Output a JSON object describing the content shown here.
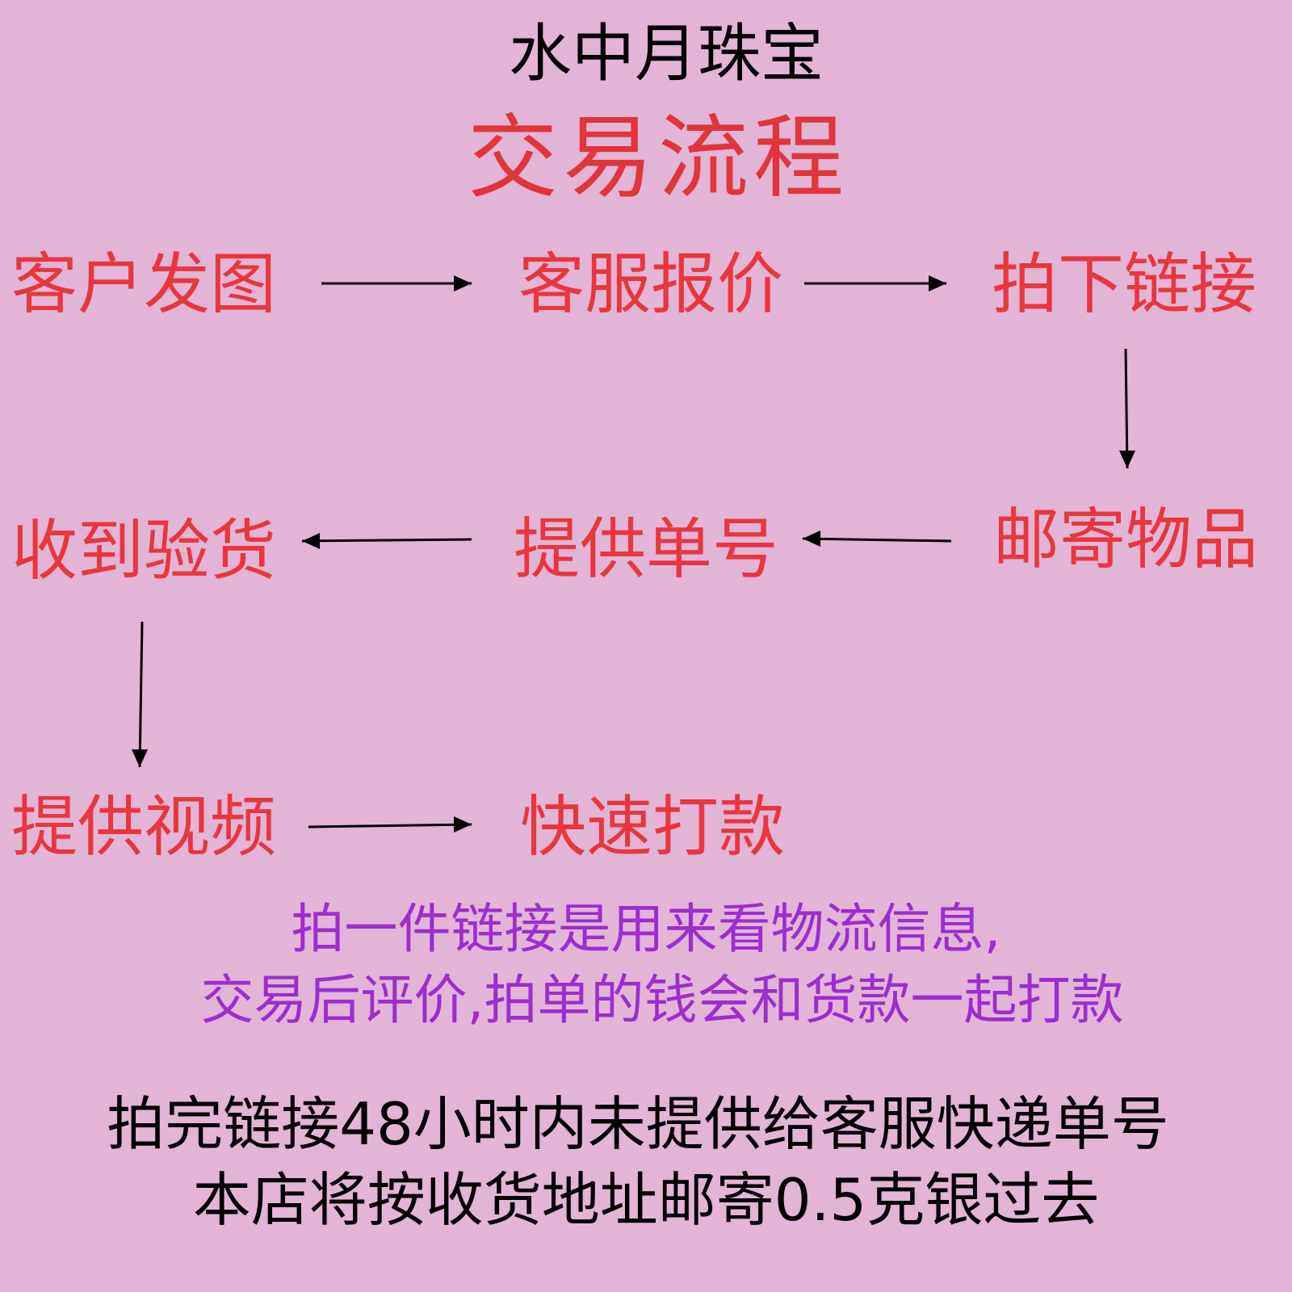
{
  "header": {
    "brand": "水中月珠宝",
    "title": "交易流程"
  },
  "steps": [
    "客户发图",
    "客服报价",
    "拍下链接",
    "邮寄物品",
    "提供单号",
    "收到验货",
    "提供视频",
    "快速打款"
  ],
  "notes": [
    "拍一件链接是用来看物流信息,",
    "交易后评价,拍单的钱会和货款一起打款"
  ],
  "rules": [
    "拍完链接48小时内未提供给客服快递单号",
    "本店将按收货地址邮寄0.5克银过去"
  ],
  "colors": {
    "background": "#e2b4d6",
    "title": "#e0353c",
    "step": "#e8363f",
    "note": "#9a2ecf",
    "text": "#000000"
  }
}
